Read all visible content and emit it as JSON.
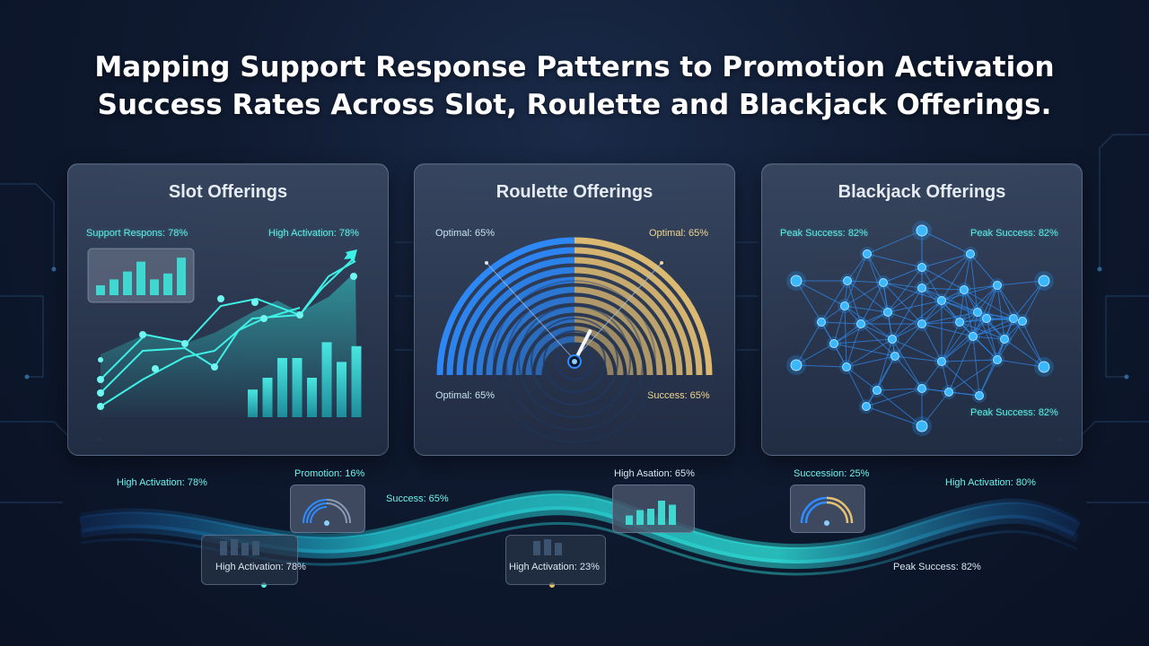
{
  "headline": {
    "line1": "Mapping Support Response Patterns to Promotion Activation",
    "line2": "Success Rates Across Slot, Roulette and Blackjack Offerings."
  },
  "panels": {
    "slot": {
      "title": "Slot Offerings",
      "label_left": "Support Respons: 78%",
      "label_right": "High Activation: 78%",
      "inset_bars": [
        0.25,
        0.4,
        0.6,
        0.85,
        0.4,
        0.55,
        0.95
      ],
      "main_bars": [
        0.35,
        0.5,
        0.75,
        0.75,
        0.5,
        0.95,
        0.7,
        0.9
      ]
    },
    "roulette": {
      "title": "Roulette Offerings",
      "label_top_left": "Optimal: 65%",
      "label_top_right": "Optimal: 65%",
      "label_bottom_left": "Optimal: 65%",
      "label_bottom_right": "Success: 65%",
      "needle_value": 0.65
    },
    "blackjack": {
      "title": "Blackjack Offerings",
      "label_left": "Peak Success: 82%",
      "label_right": "Peak Success: 82%",
      "label_bottom": "Peak Success: 82%"
    }
  },
  "bottom": {
    "labels": [
      {
        "text": "High Activation: 78%",
        "tone": "cyan"
      },
      {
        "text": "Promotion: 16%",
        "tone": "cyan"
      },
      {
        "text": "Success: 65%",
        "tone": "cyan"
      },
      {
        "text": "High Asation: 65%",
        "tone": "pale"
      },
      {
        "text": "Succession: 25%",
        "tone": "cyan"
      },
      {
        "text": "High Activation: 80%",
        "tone": "cyan"
      },
      {
        "text": "High Activation: 78%",
        "tone": "pale"
      },
      {
        "text": "High Activation: 23%",
        "tone": "pale"
      },
      {
        "text": "Peak Success: 82%",
        "tone": "pale"
      }
    ],
    "chip_bars": [
      0.35,
      0.55,
      0.6,
      0.9,
      0.75
    ]
  },
  "colors": {
    "cyan": "#3ee8e0",
    "blue": "#2d8cff",
    "gold": "#e6c073",
    "node": "#1ea8ff"
  }
}
